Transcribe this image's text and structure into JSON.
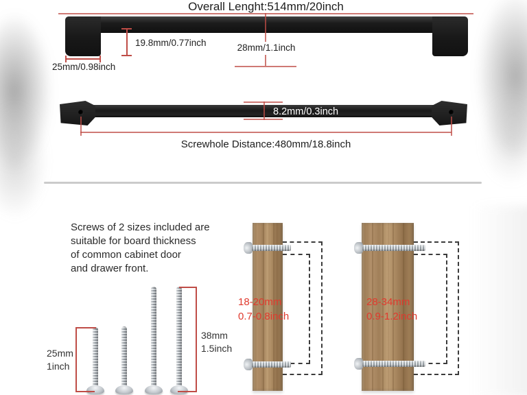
{
  "title": "Overall Lenght:514mm/20inch",
  "top_view": {
    "inner_height": "19.8mm/0.77inch",
    "total_height": "28mm/1.1inch",
    "foot_width": "25mm/0.98inch"
  },
  "back_view": {
    "thickness": "8.2mm/0.3inch",
    "screwhole_distance": "Screwhole Distance:480mm/18.8inch"
  },
  "info": {
    "line1": "Screws of 2 sizes included are",
    "line2": "suitable for board thickness",
    "line3": "of common cabinet door",
    "line4": "and drawer front."
  },
  "screws": {
    "short_mm": "25mm",
    "short_inch": "1inch",
    "long_mm": "38mm",
    "long_inch": "1.5inch"
  },
  "boards": {
    "thin_mm": "18-20mm",
    "thin_inch": "0.7-0.8inch",
    "thick_mm": "28-34mm",
    "thick_inch": "0.9-1.2inch"
  },
  "colors": {
    "measure_red": "#bf4c46",
    "label_red": "#e03a2e",
    "handle_black": "#1c1c1c",
    "wood_base": "#ab8a62"
  }
}
